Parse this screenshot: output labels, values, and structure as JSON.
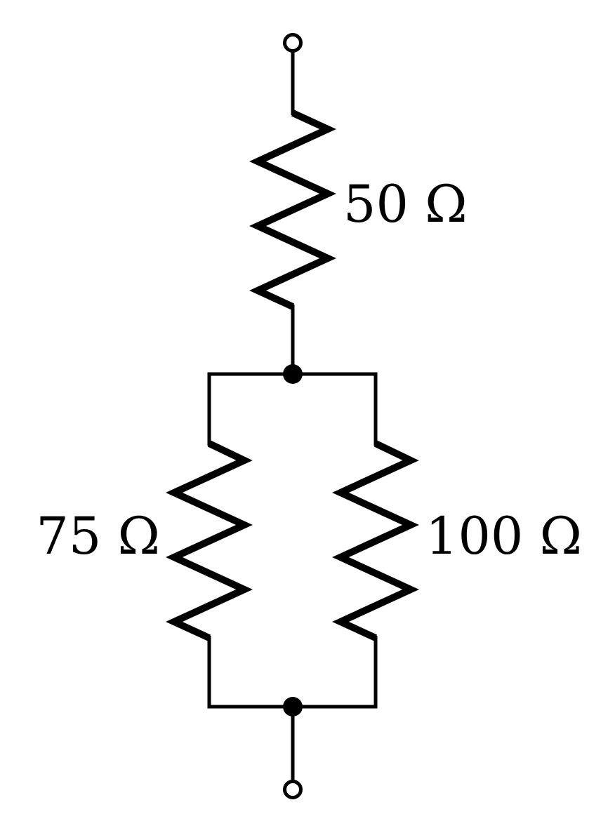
{
  "figure": {
    "background_color": "#ffffff",
    "line_color": "#000000"
  },
  "circuit": {
    "type": "resistor-network-schematic",
    "topology": "R1 in series with parallel combination of R2 and R3",
    "resistors": [
      {
        "id": "R1",
        "label": "50 Ω",
        "value_ohms": 50,
        "placement": "series-top",
        "label_side": "right"
      },
      {
        "id": "R2",
        "label": "75 Ω",
        "value_ohms": 75,
        "placement": "parallel-left-branch",
        "label_side": "left"
      },
      {
        "id": "R3",
        "label": "100 Ω",
        "value_ohms": 100,
        "placement": "parallel-right-branch",
        "label_side": "right"
      }
    ],
    "terminals": [
      {
        "id": "top-terminal",
        "style": "open-circle"
      },
      {
        "id": "bottom-terminal",
        "style": "open-circle"
      }
    ],
    "junctions": [
      {
        "id": "top-junction",
        "style": "filled-dot"
      },
      {
        "id": "bottom-junction",
        "style": "filled-dot"
      }
    ]
  }
}
